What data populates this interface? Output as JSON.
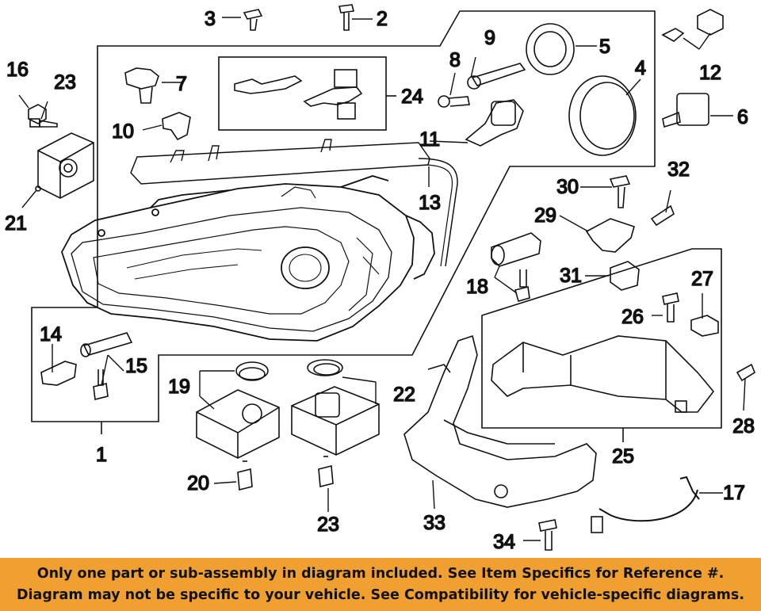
{
  "callouts": {
    "c1": "1",
    "c2": "2",
    "c3": "3",
    "c4": "4",
    "c5": "5",
    "c6": "6",
    "c7": "7",
    "c8": "8",
    "c9": "9",
    "c10": "10",
    "c11": "11",
    "c12": "12",
    "c13": "13",
    "c14": "14",
    "c15": "15",
    "c16": "16",
    "c17": "17",
    "c18": "18",
    "c19": "19",
    "c20": "20",
    "c21": "21",
    "c22": "22",
    "c23a": "23",
    "c23b": "23",
    "c24": "24",
    "c25": "25",
    "c26": "26",
    "c27": "27",
    "c28": "28",
    "c29": "29",
    "c30": "30",
    "c31": "31",
    "c32": "32",
    "c33": "33",
    "c34": "34"
  },
  "banner": {
    "line1": "Only one part or sub-assembly in diagram included. See Item Specifics for Reference #.",
    "line2": "Diagram may not be specific to your vehicle. See Compatibility for vehicle-specific diagrams."
  },
  "colors": {
    "banner_bg": "#f0a030",
    "ink": "#111111"
  }
}
